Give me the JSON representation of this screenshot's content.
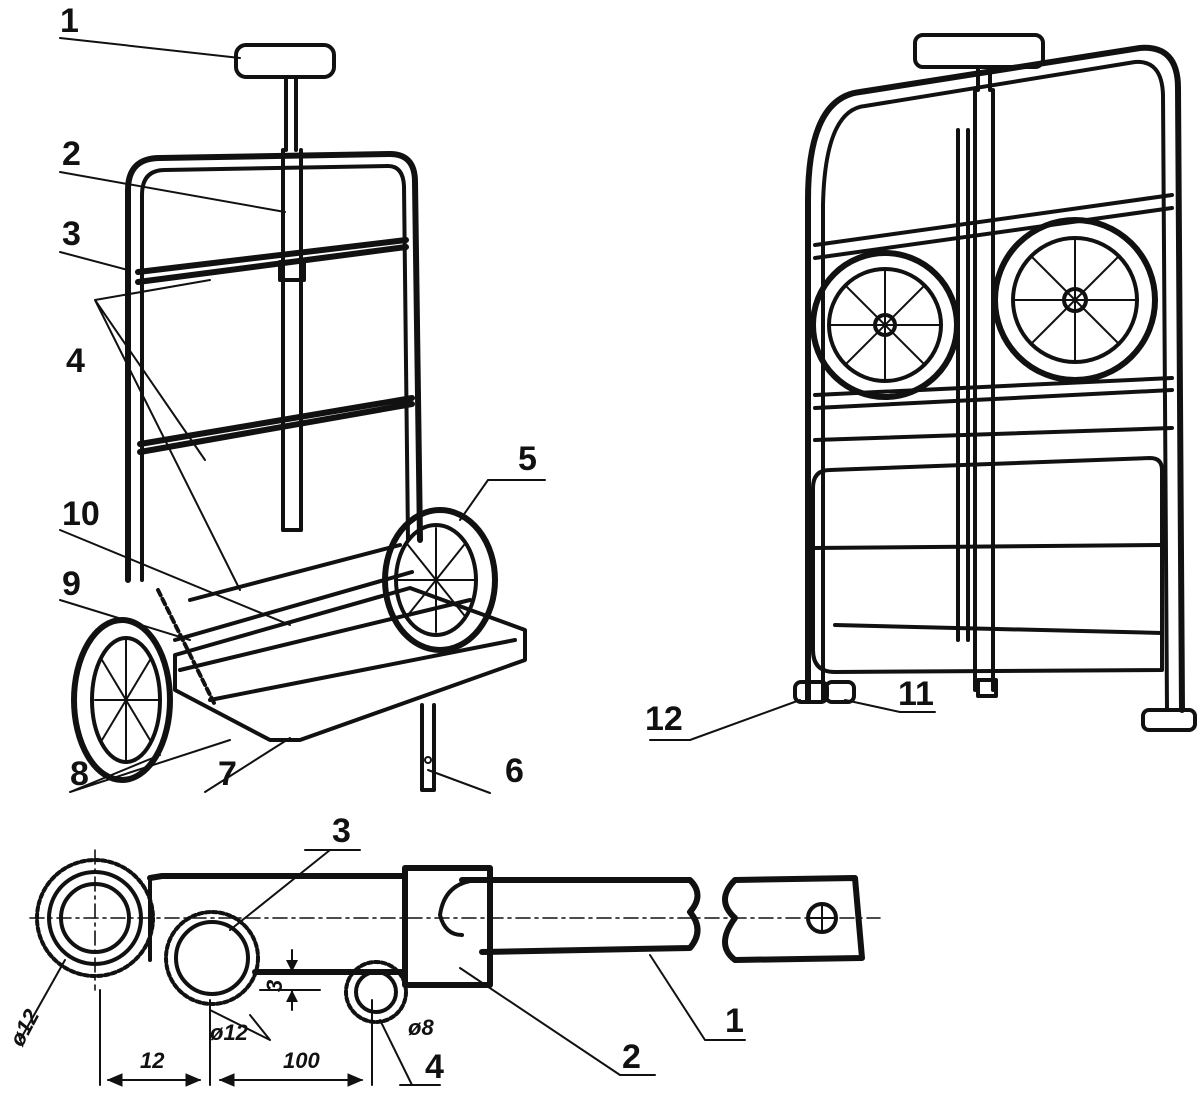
{
  "callouts": {
    "c1": "1",
    "c2": "2",
    "c3": "3",
    "c4": "4",
    "c5": "5",
    "c6": "6",
    "c7": "7",
    "c8": "8",
    "c9": "9",
    "c10": "10",
    "c11": "11",
    "c12": "12"
  },
  "section_callouts": {
    "s1": "1",
    "s2": "2",
    "s3": "3",
    "s4": "4"
  },
  "dimensions": {
    "d12_left": "ø12",
    "d12_mid": "ø12",
    "d8": "ø8",
    "d3": "3",
    "len12": "12",
    "len100": "100"
  }
}
